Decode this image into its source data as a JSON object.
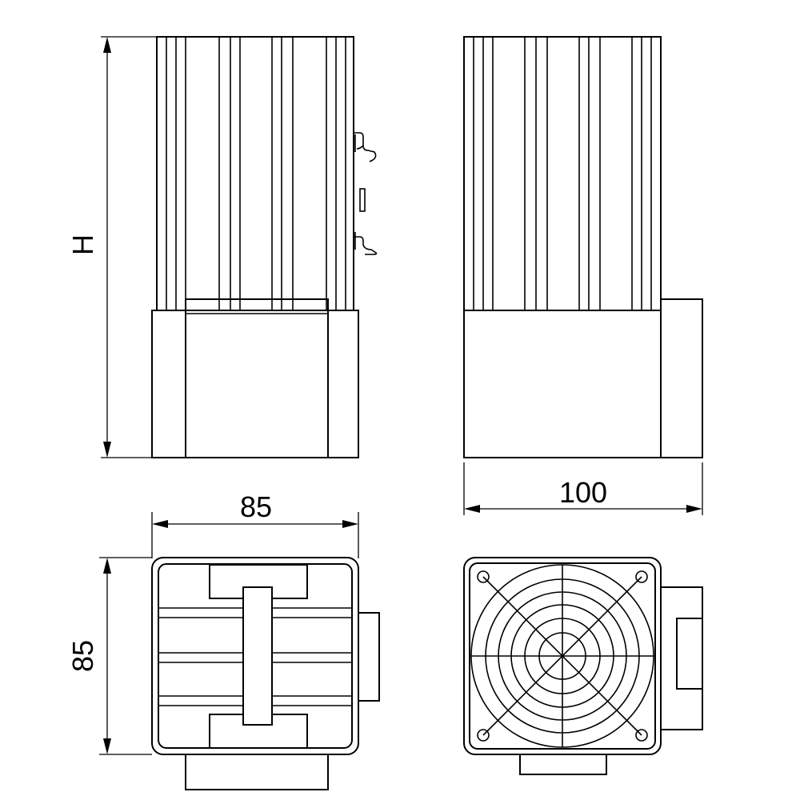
{
  "dimensions": {
    "height_label": "H",
    "front_width": "85",
    "side_width": "100",
    "top_depth": "85"
  },
  "colors": {
    "line": "#000000",
    "background": "#ffffff"
  },
  "views": {
    "front": "front-view",
    "side": "side-view",
    "top": "top-view",
    "fan": "fan-view"
  }
}
